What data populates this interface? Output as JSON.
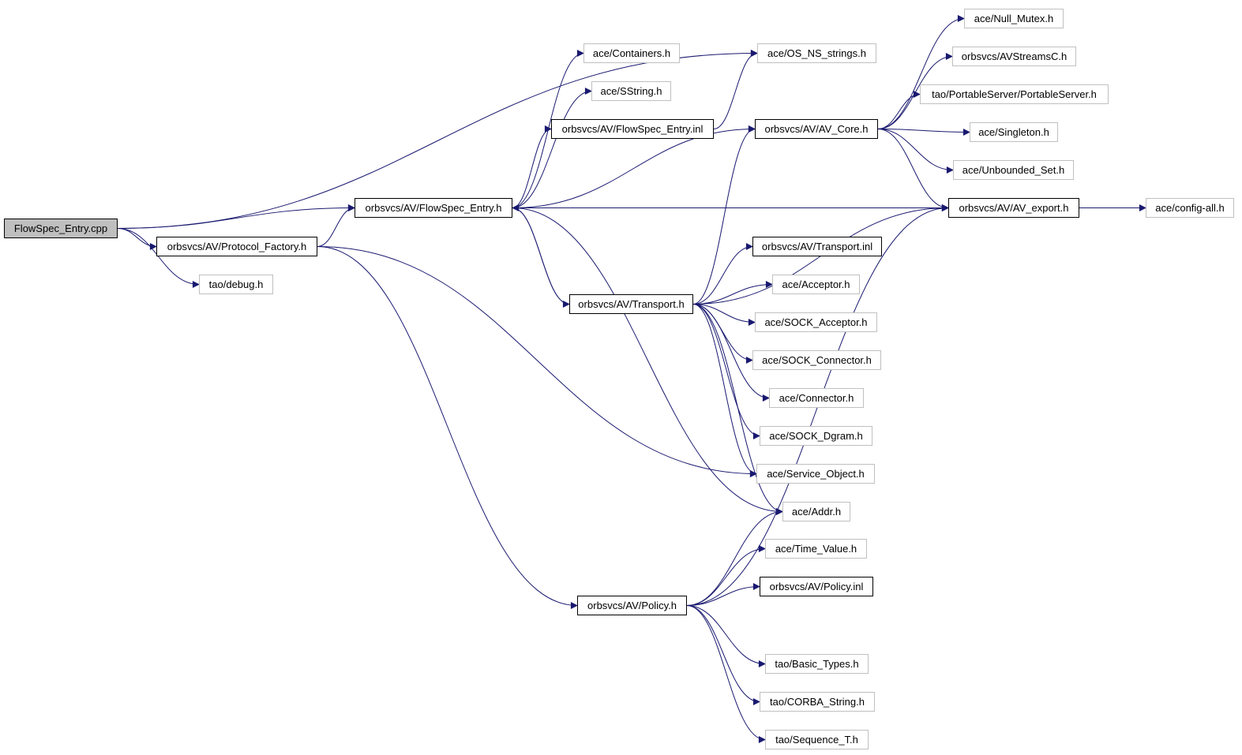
{
  "colors": {
    "edge": "#191970",
    "documented_border": "#000000",
    "undocumented_border": "#c0c0c0",
    "root_fill": "#bfbfbf"
  },
  "nodes": [
    {
      "id": "n_root",
      "label": "FlowSpec_Entry.cpp"
    },
    {
      "id": "n_fse_h",
      "label": "orbsvcs/AV/FlowSpec_Entry.h"
    },
    {
      "id": "n_pf",
      "label": "orbsvcs/AV/Protocol_Factory.h"
    },
    {
      "id": "n_debug",
      "label": "tao/debug.h"
    },
    {
      "id": "n_cont",
      "label": "ace/Containers.h"
    },
    {
      "id": "n_sstr",
      "label": "ace/SString.h"
    },
    {
      "id": "n_fse_i",
      "label": "orbsvcs/AV/FlowSpec_Entry.inl"
    },
    {
      "id": "n_osns",
      "label": "ace/OS_NS_strings.h"
    },
    {
      "id": "n_core",
      "label": "orbsvcs/AV/AV_Core.h"
    },
    {
      "id": "n_trans",
      "label": "orbsvcs/AV/Transport.h"
    },
    {
      "id": "n_pol",
      "label": "orbsvcs/AV/Policy.h"
    },
    {
      "id": "n_mutex",
      "label": "ace/Null_Mutex.h"
    },
    {
      "id": "n_avsc",
      "label": "orbsvcs/AVStreamsC.h"
    },
    {
      "id": "n_ps",
      "label": "tao/PortableServer/PortableServer.h"
    },
    {
      "id": "n_sing",
      "label": "ace/Singleton.h"
    },
    {
      "id": "n_unb",
      "label": "ace/Unbounded_Set.h"
    },
    {
      "id": "n_exp",
      "label": "orbsvcs/AV/AV_export.h"
    },
    {
      "id": "n_cfg",
      "label": "ace/config-all.h"
    },
    {
      "id": "n_ti",
      "label": "orbsvcs/AV/Transport.inl"
    },
    {
      "id": "n_acc",
      "label": "ace/Acceptor.h"
    },
    {
      "id": "n_sacc",
      "label": "ace/SOCK_Acceptor.h"
    },
    {
      "id": "n_scon",
      "label": "ace/SOCK_Connector.h"
    },
    {
      "id": "n_con",
      "label": "ace/Connector.h"
    },
    {
      "id": "n_sdg",
      "label": "ace/SOCK_Dgram.h"
    },
    {
      "id": "n_svc",
      "label": "ace/Service_Object.h"
    },
    {
      "id": "n_addr",
      "label": "ace/Addr.h"
    },
    {
      "id": "n_tv",
      "label": "ace/Time_Value.h"
    },
    {
      "id": "n_pi",
      "label": "orbsvcs/AV/Policy.inl"
    },
    {
      "id": "n_bt",
      "label": "tao/Basic_Types.h"
    },
    {
      "id": "n_cs",
      "label": "tao/CORBA_String.h"
    },
    {
      "id": "n_seq",
      "label": "tao/Sequence_T.h"
    }
  ],
  "edges": [
    {
      "from": "n_root",
      "to": "n_osns"
    },
    {
      "from": "n_root",
      "to": "n_fse_h"
    },
    {
      "from": "n_root",
      "to": "n_pf"
    },
    {
      "from": "n_root",
      "to": "n_debug"
    },
    {
      "from": "n_pf",
      "to": "n_fse_h"
    },
    {
      "from": "n_pf",
      "to": "n_svc"
    },
    {
      "from": "n_pf",
      "to": "n_pol"
    },
    {
      "from": "n_fse_h",
      "to": "n_cont"
    },
    {
      "from": "n_fse_h",
      "to": "n_sstr"
    },
    {
      "from": "n_fse_h",
      "to": "n_fse_i"
    },
    {
      "from": "n_fse_h",
      "to": "n_core"
    },
    {
      "from": "n_fse_h",
      "to": "n_exp"
    },
    {
      "from": "n_fse_h",
      "to": "n_trans"
    },
    {
      "from": "n_fse_h",
      "to": "n_addr"
    },
    {
      "from": "n_fse_i",
      "to": "n_osns"
    },
    {
      "from": "n_core",
      "to": "n_mutex"
    },
    {
      "from": "n_core",
      "to": "n_avsc"
    },
    {
      "from": "n_core",
      "to": "n_ps"
    },
    {
      "from": "n_core",
      "to": "n_sing"
    },
    {
      "from": "n_core",
      "to": "n_unb"
    },
    {
      "from": "n_core",
      "to": "n_exp"
    },
    {
      "from": "n_exp",
      "to": "n_cfg"
    },
    {
      "from": "n_trans",
      "to": "n_fse_h"
    },
    {
      "from": "n_trans",
      "to": "n_core"
    },
    {
      "from": "n_trans",
      "to": "n_exp"
    },
    {
      "from": "n_trans",
      "to": "n_ti"
    },
    {
      "from": "n_trans",
      "to": "n_acc"
    },
    {
      "from": "n_trans",
      "to": "n_sacc"
    },
    {
      "from": "n_trans",
      "to": "n_scon"
    },
    {
      "from": "n_trans",
      "to": "n_con"
    },
    {
      "from": "n_trans",
      "to": "n_sdg"
    },
    {
      "from": "n_trans",
      "to": "n_svc"
    },
    {
      "from": "n_trans",
      "to": "n_addr"
    },
    {
      "from": "n_pol",
      "to": "n_addr"
    },
    {
      "from": "n_pol",
      "to": "n_tv"
    },
    {
      "from": "n_pol",
      "to": "n_pi"
    },
    {
      "from": "n_pol",
      "to": "n_exp"
    },
    {
      "from": "n_pol",
      "to": "n_bt"
    },
    {
      "from": "n_pol",
      "to": "n_cs"
    },
    {
      "from": "n_pol",
      "to": "n_seq"
    }
  ]
}
